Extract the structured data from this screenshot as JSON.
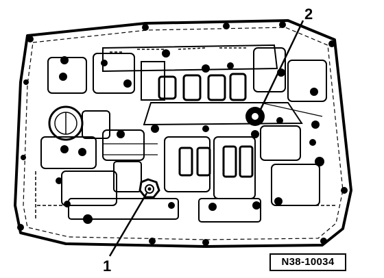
{
  "diagram": {
    "callouts": [
      {
        "id": "1",
        "label": "1"
      },
      {
        "id": "2",
        "label": "2"
      }
    ],
    "reference_code": "N38-10034",
    "colors": {
      "ink": "#000000",
      "paper": "#ffffff"
    }
  }
}
